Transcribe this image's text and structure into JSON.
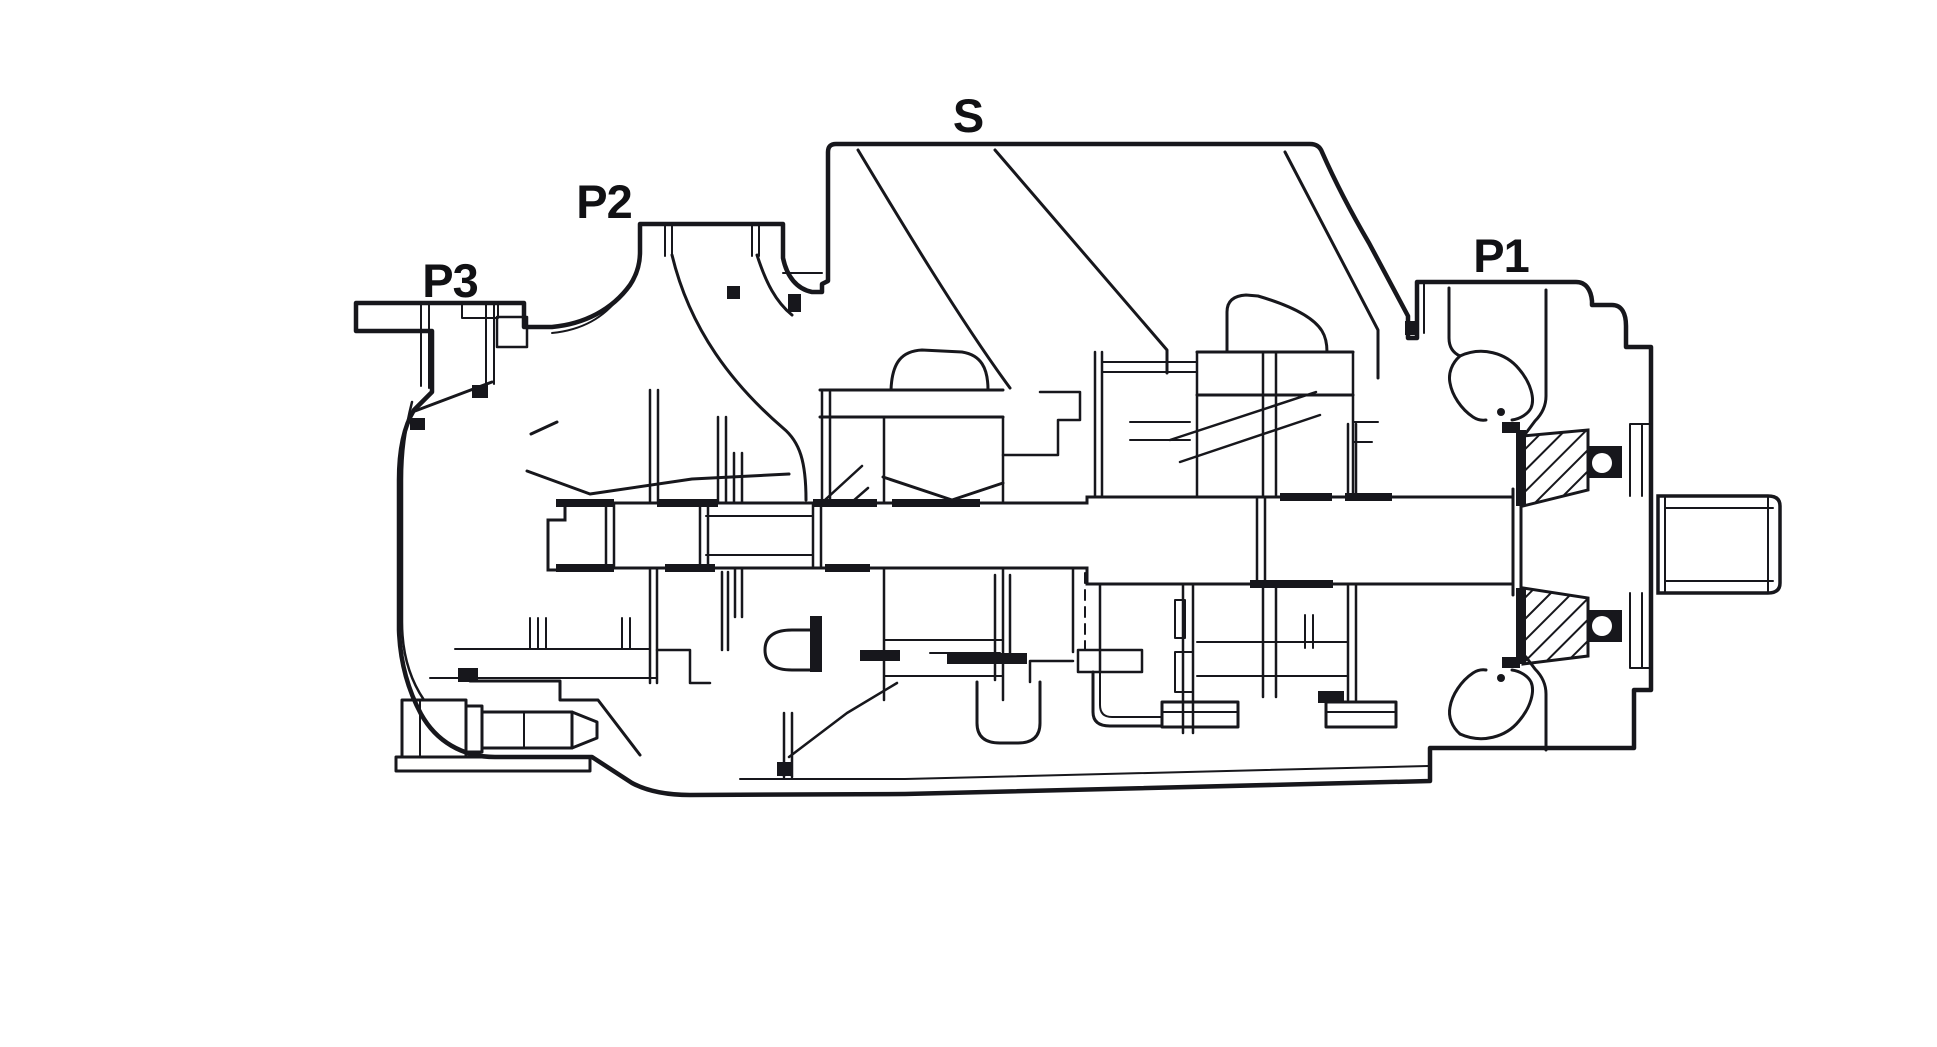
{
  "figure": {
    "kind": "technical-cross-section-drawing",
    "subject": "triple hydraulic pump sectional view",
    "background_color": "#ffffff",
    "line_color": "#17171c",
    "port_labels": {
      "suction": "S",
      "outlet_1": "P1",
      "outlet_2": "P2",
      "outlet_3": "P3"
    }
  }
}
